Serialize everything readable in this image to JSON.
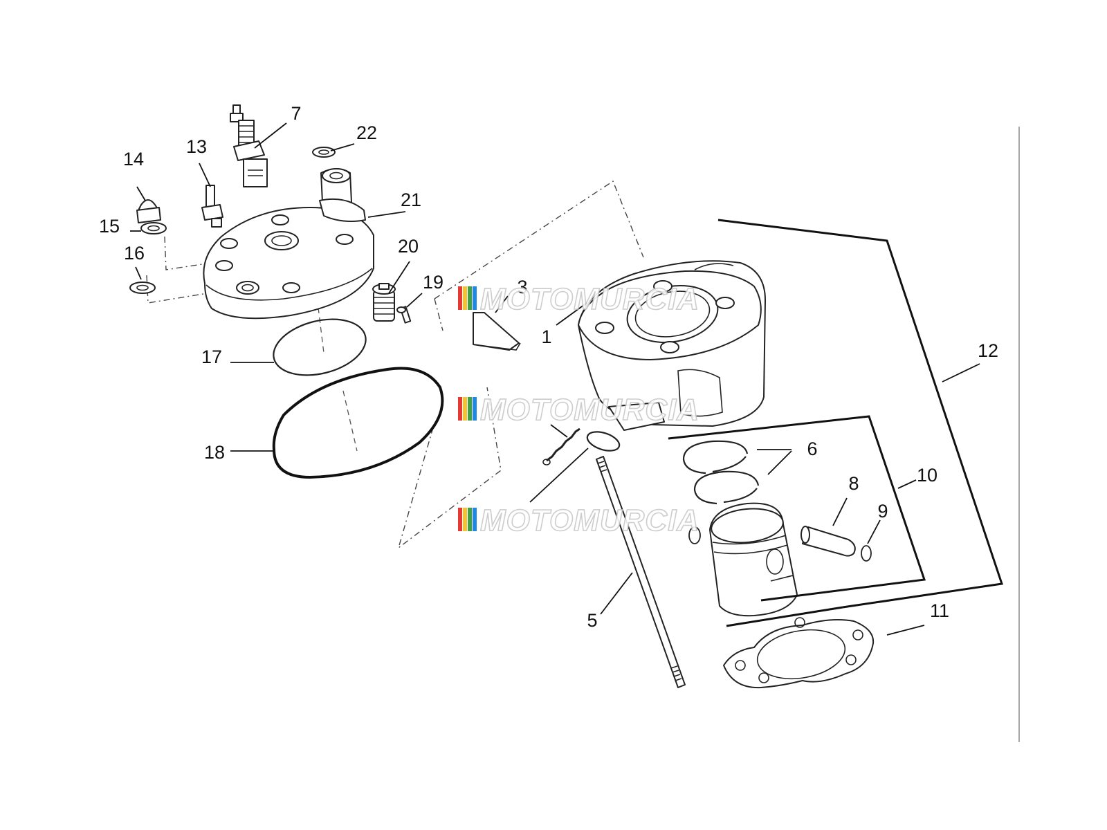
{
  "diagram": {
    "callouts": {
      "c1": "1",
      "c3": "3",
      "c5": "5",
      "c6": "6",
      "c7": "7",
      "c8": "8",
      "c9": "9",
      "c10": "10",
      "c11": "11",
      "c12": "12",
      "c13": "13",
      "c14": "14",
      "c15": "15",
      "c16": "16",
      "c17": "17",
      "c18": "18",
      "c19": "19",
      "c20": "20",
      "c21": "21",
      "c22": "22"
    }
  },
  "watermark": {
    "text": "MOTOMURCIA",
    "stripe_colors": [
      "#e53935",
      "#f4c430",
      "#43a047",
      "#1e88e5"
    ]
  }
}
